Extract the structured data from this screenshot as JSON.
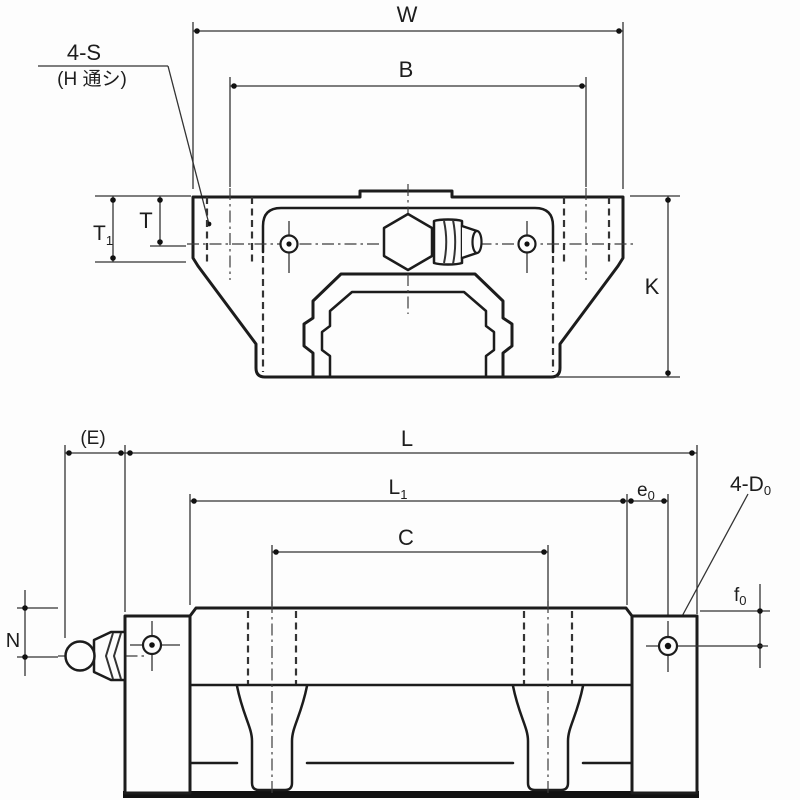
{
  "drawing": {
    "kind": "linear-guide-block two-view engineering drawing",
    "line_color": "#1c1c1c",
    "background": "#fdfdfd",
    "front_view": {
      "callout_4s": {
        "line1": "4-S",
        "line2": "(H 通シ)"
      },
      "dims": {
        "W": "W",
        "B": "B",
        "T": "T",
        "T1": {
          "main": "T",
          "sub": "1"
        },
        "K": "K"
      }
    },
    "side_view": {
      "dims": {
        "E": "(E)",
        "L": "L",
        "L1": {
          "main": "L",
          "sub": "1"
        },
        "C": "C",
        "e0": {
          "main": "e",
          "sub": "0"
        },
        "f0": {
          "main": "f",
          "sub": "0"
        },
        "N": "N",
        "D0_callout": {
          "main": "4-D",
          "sub": "0"
        }
      }
    }
  }
}
